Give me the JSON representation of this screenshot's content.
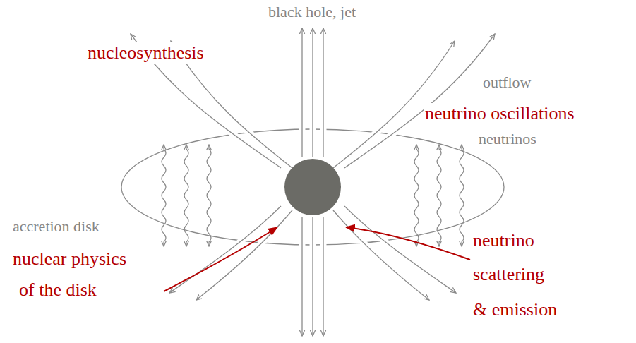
{
  "diagram": {
    "labels": [
      "black hole, jet",
      "nucleosynthesis",
      "outflow",
      "neutrino oscillations",
      "neutrinos",
      "accretion disk",
      "nuclear physics",
      "of the disk",
      "neutrino",
      "scattering",
      "& emission"
    ]
  }
}
